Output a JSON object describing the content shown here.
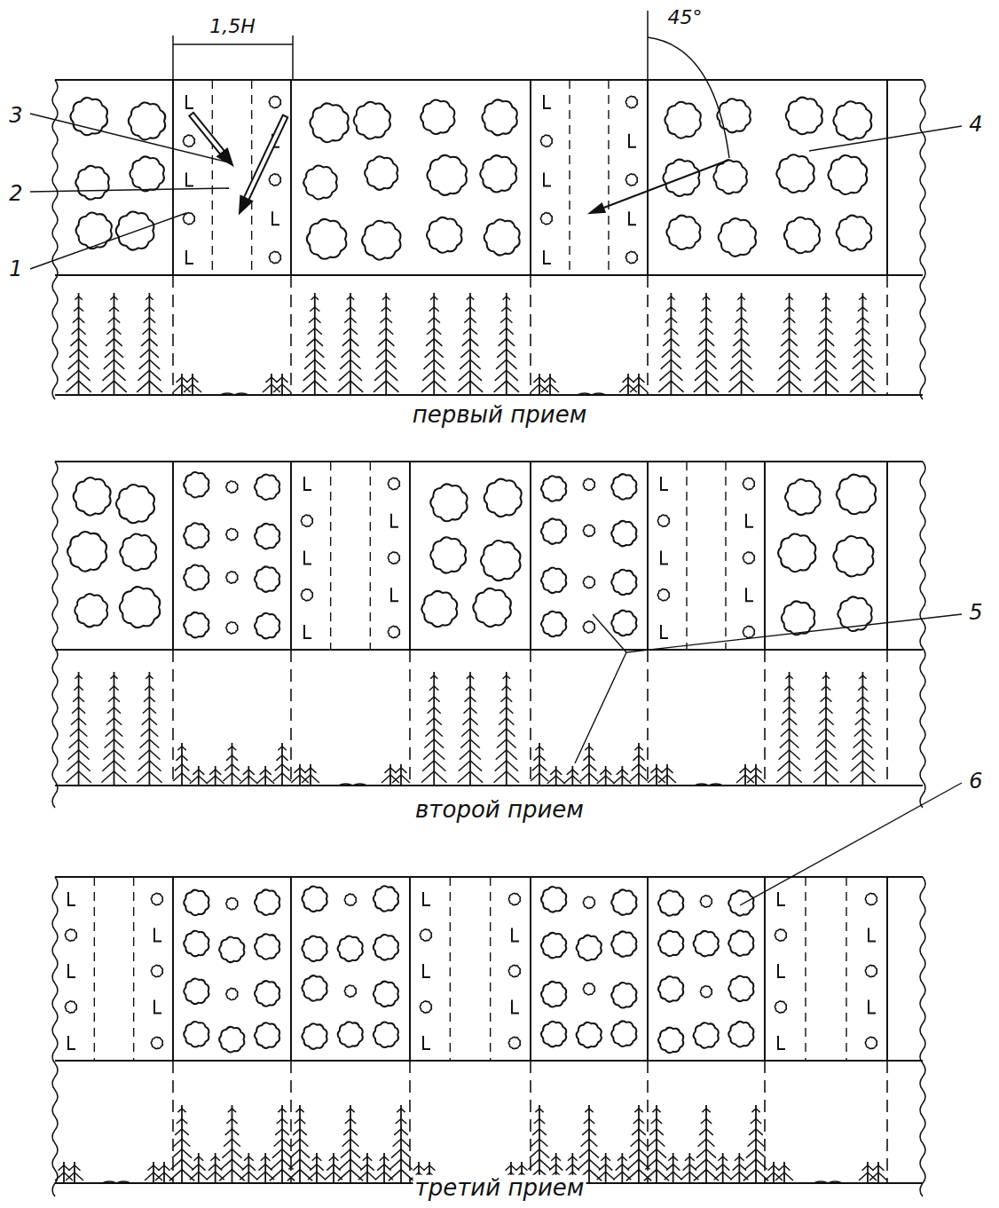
{
  "diagram": {
    "labels": [
      "1,5H",
      "45°",
      "3",
      "2",
      "1",
      "4",
      "первый прием",
      "5",
      "второй прием",
      "6",
      "третий прием"
    ]
  }
}
